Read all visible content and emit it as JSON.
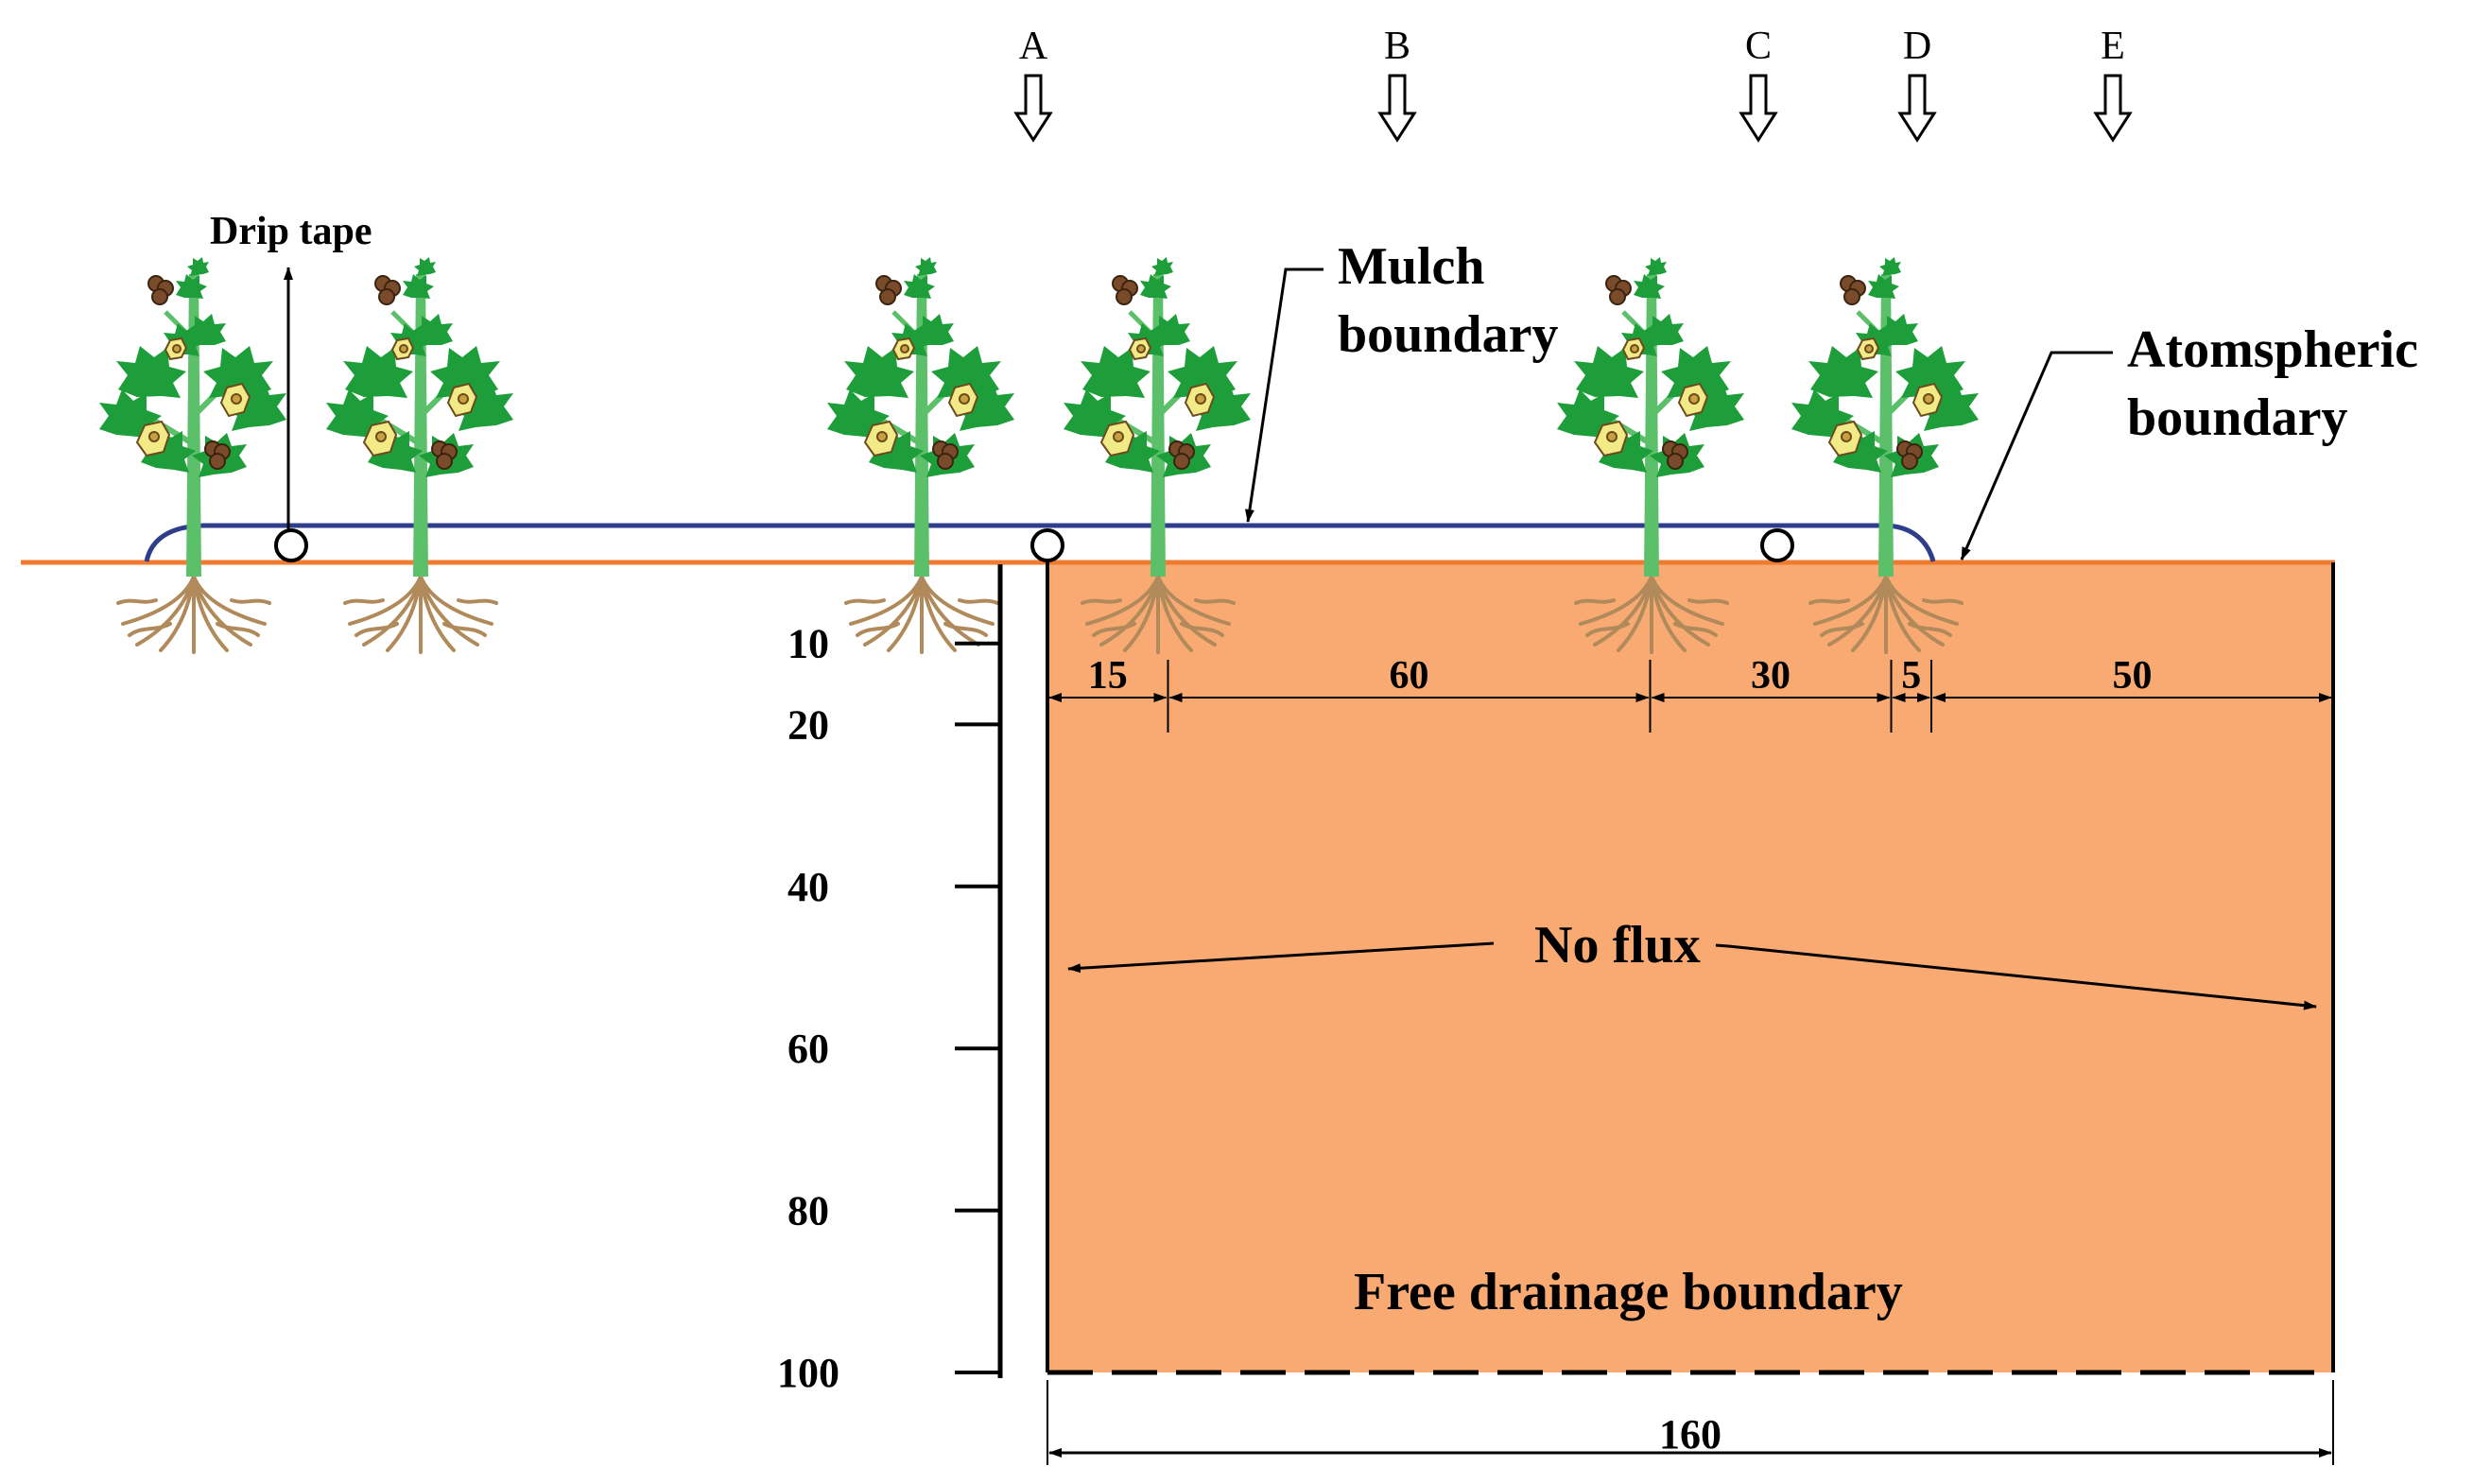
{
  "colors": {
    "soil": "#F9AA72",
    "surface_line": "#F07A30",
    "mulch": "#2E3E8A",
    "stem": "#5CBF6A",
    "leaf": "#1E9E3A",
    "flower": "#F2EA86",
    "boll": "#7A4B2A",
    "root": "#B08A5A",
    "ink": "#000000"
  },
  "labels": {
    "drip_tape": "Drip tape",
    "mulch_line1": "Mulch",
    "mulch_line2": "boundary",
    "atmo_line1": "Atomspheric",
    "atmo_line2": "boundary",
    "no_flux": "No flux",
    "free_drainage": "Free drainage boundary"
  },
  "positions": [
    "A",
    "B",
    "C",
    "D",
    "E"
  ],
  "depth_ticks": [
    "10",
    "20",
    "40",
    "60",
    "80",
    "100"
  ],
  "width_segments": [
    "15",
    "60",
    "30",
    "5",
    "50"
  ],
  "total_width": "160",
  "icons": {
    "arrow": "down-arrow-icon",
    "plant": "cotton-plant-icon",
    "emitter": "drip-emitter-icon"
  }
}
